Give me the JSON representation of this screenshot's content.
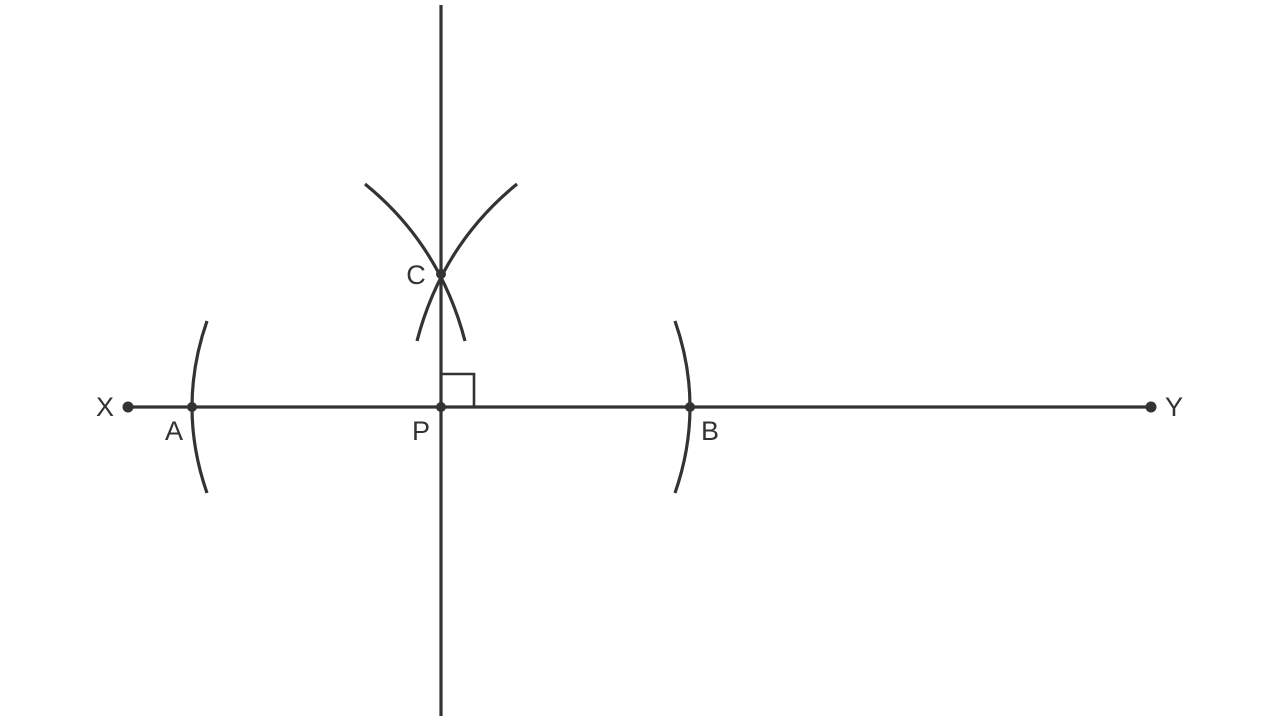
{
  "diagram": {
    "labels": {
      "X": "X",
      "Y": "Y",
      "A": "A",
      "B": "B",
      "P": "P",
      "C": "C"
    },
    "line_color": "#333333",
    "right_angle_marker_at": "P"
  }
}
